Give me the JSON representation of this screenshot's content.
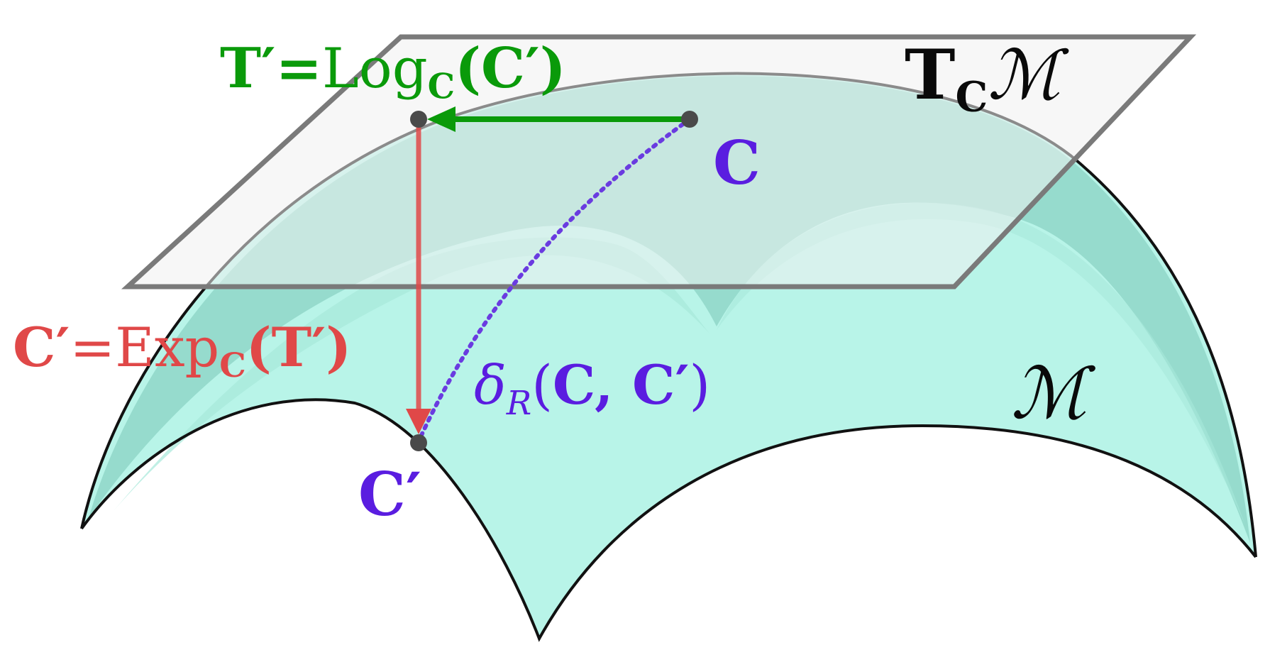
{
  "labels": {
    "tangent_space": {
      "main": "T",
      "sub": "C",
      "space": "ℳ"
    },
    "manifold": "ℳ",
    "log_map": {
      "lhs": "T′",
      "eq": "=",
      "op": "Log",
      "sub": "C",
      "arg": "(C′)"
    },
    "exp_map": {
      "lhs": "C′",
      "eq": "=",
      "op": "Exp",
      "sub": "C",
      "arg": "(T′)"
    },
    "distance": {
      "sym": "δ",
      "sub": "R",
      "arg_open": "(",
      "arg_mid": "C, C′",
      "arg_close": ")"
    },
    "point_c": "C",
    "point_c_prime": "C′"
  },
  "colors": {
    "log_arrow": "#0a9a0a",
    "exp_arrow": "#e04848",
    "geodesic": "#6a3be0",
    "manifold_fill": "#b8f4e8",
    "manifold_dark": "#8fd6c8",
    "plane_fill": "#f0f0f0",
    "plane_edge": "#7a7a7a",
    "point": "#4a4a4a"
  }
}
